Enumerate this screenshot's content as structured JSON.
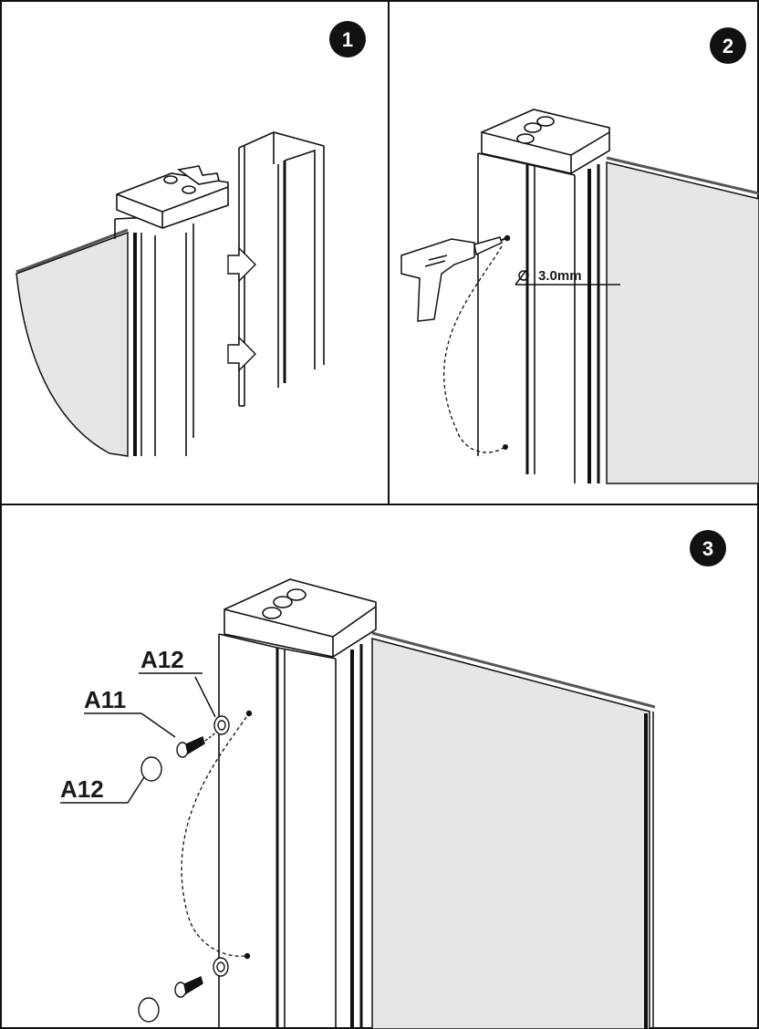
{
  "steps": [
    {
      "number": "1"
    },
    {
      "number": "2",
      "drill_size": "3.0mm"
    },
    {
      "number": "3"
    }
  ],
  "parts": {
    "plug_outer": "A12",
    "screw": "A11",
    "cover_cap": "A12"
  }
}
